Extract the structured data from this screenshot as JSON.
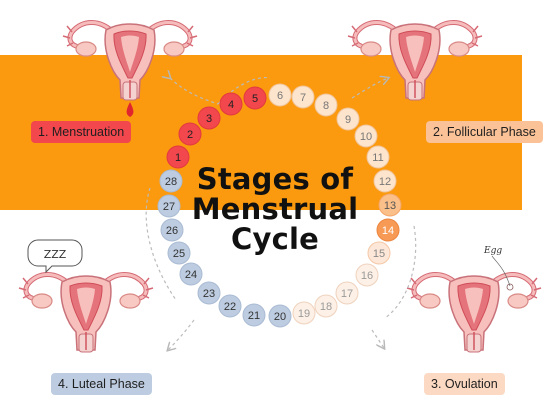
{
  "title": {
    "line1": "Stages of",
    "line2": "Menstrual",
    "line3": "Cycle"
  },
  "phases": [
    {
      "label": "1. Menstruation"
    },
    {
      "label": "2. Follicular Phase"
    },
    {
      "label": "3. Ovulation"
    },
    {
      "label": "4. Luteal Phase"
    }
  ],
  "callouts": {
    "sleep": "ZZZ",
    "egg": "Egg"
  },
  "days": [
    "1",
    "2",
    "3",
    "4",
    "5",
    "6",
    "7",
    "8",
    "9",
    "10",
    "11",
    "12",
    "13",
    "14",
    "15",
    "16",
    "17",
    "18",
    "19",
    "20",
    "21",
    "22",
    "23",
    "24",
    "25",
    "26",
    "27",
    "28"
  ],
  "colors": {
    "band": "#fb9a0e",
    "menstruation": "#f2474d",
    "follicular": "#fbc297",
    "ovulation": "#fcd9c2",
    "luteal": "#bdcce0"
  }
}
